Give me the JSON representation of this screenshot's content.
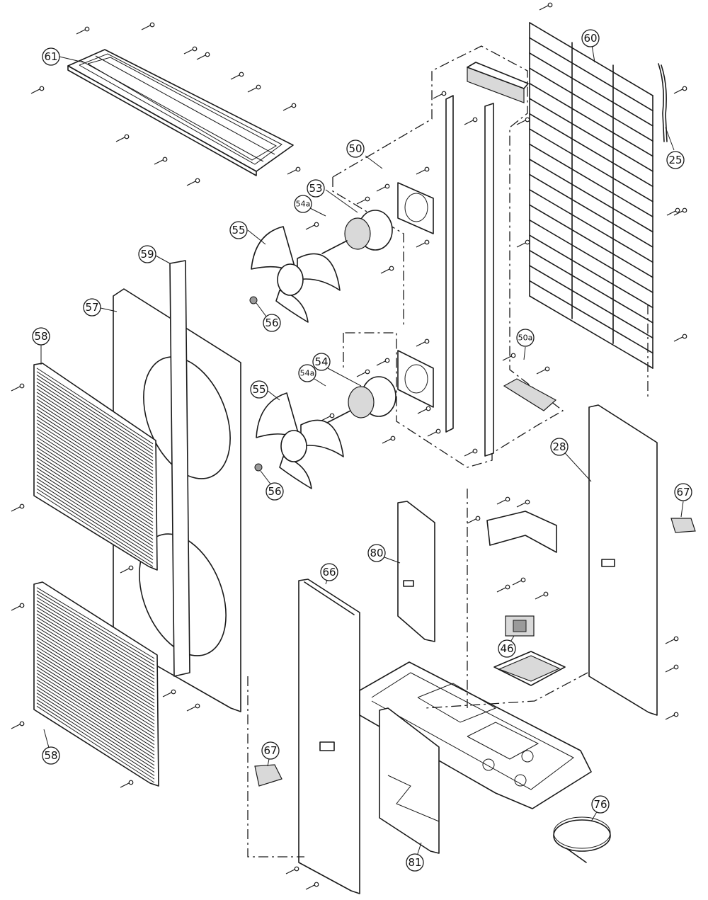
{
  "diagram": {
    "labels": {
      "p61": "61",
      "p60": "60",
      "p25": "25",
      "p50": "50",
      "p53": "53",
      "p54a_top": "54a",
      "p55_top": "55",
      "p56_top": "56",
      "p59": "59",
      "p57": "57",
      "p58_top": "58",
      "p54": "54",
      "p54a_bottom": "54a",
      "p55_bottom": "55",
      "p56_bottom": "56",
      "p50a": "50a",
      "p28": "28",
      "p67_right": "67",
      "p80": "80",
      "p66": "66",
      "p46": "46",
      "p67_left": "67",
      "p58_bottom": "58",
      "p76": "76",
      "p81": "81"
    }
  }
}
